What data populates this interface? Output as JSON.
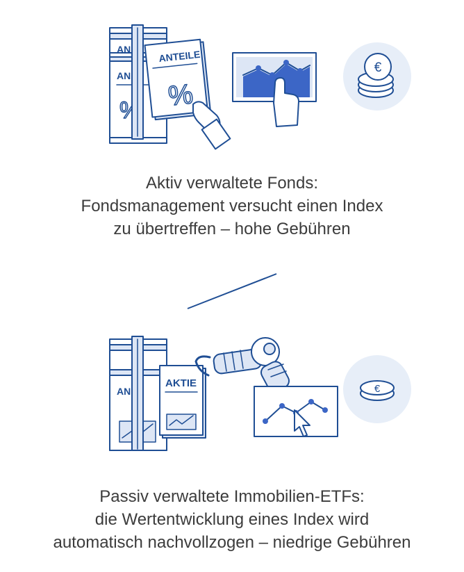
{
  "colors": {
    "stroke": "#1f4e94",
    "fill_light": "#dde6f5",
    "fill_mid": "#3c66c6",
    "circle_bg": "#e7eef8",
    "text": "#3c3c3c"
  },
  "illustrations": {
    "active": {
      "stack_labels": [
        "AN",
        "AN",
        "ANTEILE"
      ],
      "doc_label": "ANTEILE",
      "icons": [
        "document-stack-icon",
        "percent-document-icon",
        "hand-pointing-icon",
        "rising-chart-icon",
        "euro-coins-icon"
      ]
    },
    "passive": {
      "stack_labels": [
        "AN",
        "AKTIE"
      ],
      "doc_label": "AKTIE",
      "icons": [
        "document-stack-icon",
        "stock-document-icon",
        "robot-arm-icon",
        "line-chart-icon",
        "cursor-arrow-icon",
        "euro-coin-icon"
      ]
    },
    "currency_symbol": "€"
  },
  "captions": {
    "top": {
      "line1": "Aktiv verwaltete Fonds:",
      "line2": "Fondsmanagement versucht einen Index",
      "line3": "zu übertreffen – hohe Gebühren"
    },
    "bottom": {
      "line1": "Passiv verwaltete Immobilien-ETFs:",
      "line2": "die Wertentwicklung eines Index wird",
      "line3": "automatisch nachvollzogen – niedrige Gebühren"
    }
  }
}
